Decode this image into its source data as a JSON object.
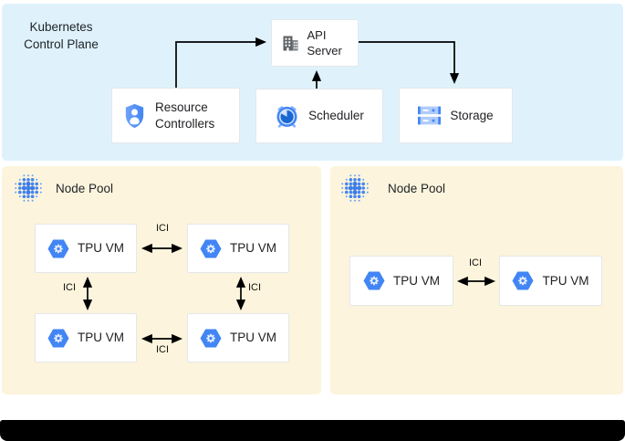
{
  "diagram": {
    "control_plane": {
      "title": "Kubernetes\nControl Plane",
      "api_server": {
        "label": "API Server",
        "icon": "building-icon"
      },
      "resource_controllers": {
        "label": "Resource Controllers",
        "icon": "shield-user-icon"
      },
      "scheduler": {
        "label": "Scheduler",
        "icon": "alarm-clock-icon"
      },
      "storage": {
        "label": "Storage",
        "icon": "disk-stack-icon"
      }
    },
    "node_pool_left": {
      "label": "Node Pool",
      "icon": "dotted-cluster-icon",
      "vms": [
        {
          "label": "TPU VM",
          "icon": "hexagon-gear-icon"
        },
        {
          "label": "TPU VM",
          "icon": "hexagon-gear-icon"
        },
        {
          "label": "TPU VM",
          "icon": "hexagon-gear-icon"
        },
        {
          "label": "TPU VM",
          "icon": "hexagon-gear-icon"
        }
      ],
      "links": [
        {
          "label": "ICI",
          "between": "vm0-vm1"
        },
        {
          "label": "ICI",
          "between": "vm0-vm2"
        },
        {
          "label": "ICI",
          "between": "vm1-vm3"
        },
        {
          "label": "ICI",
          "between": "vm2-vm3"
        }
      ]
    },
    "node_pool_right": {
      "label": "Node Pool",
      "icon": "dotted-cluster-icon",
      "vms": [
        {
          "label": "TPU VM",
          "icon": "hexagon-gear-icon"
        },
        {
          "label": "TPU VM",
          "icon": "hexagon-gear-icon"
        }
      ],
      "links": [
        {
          "label": "ICI",
          "between": "vm0-vm1"
        }
      ]
    },
    "colors": {
      "control_plane_bg": "#dff2fc",
      "node_pool_bg": "#fcf4dc",
      "box_bg": "#ffffff",
      "box_border": "#e4e7ea",
      "arrow": "#000000",
      "google_blue": "#4285f4",
      "google_blue_light": "#aecbfa",
      "pie_blue_dark": "#1967d2",
      "building_gray": "#5f6368",
      "footer_bar": "#000000"
    }
  }
}
